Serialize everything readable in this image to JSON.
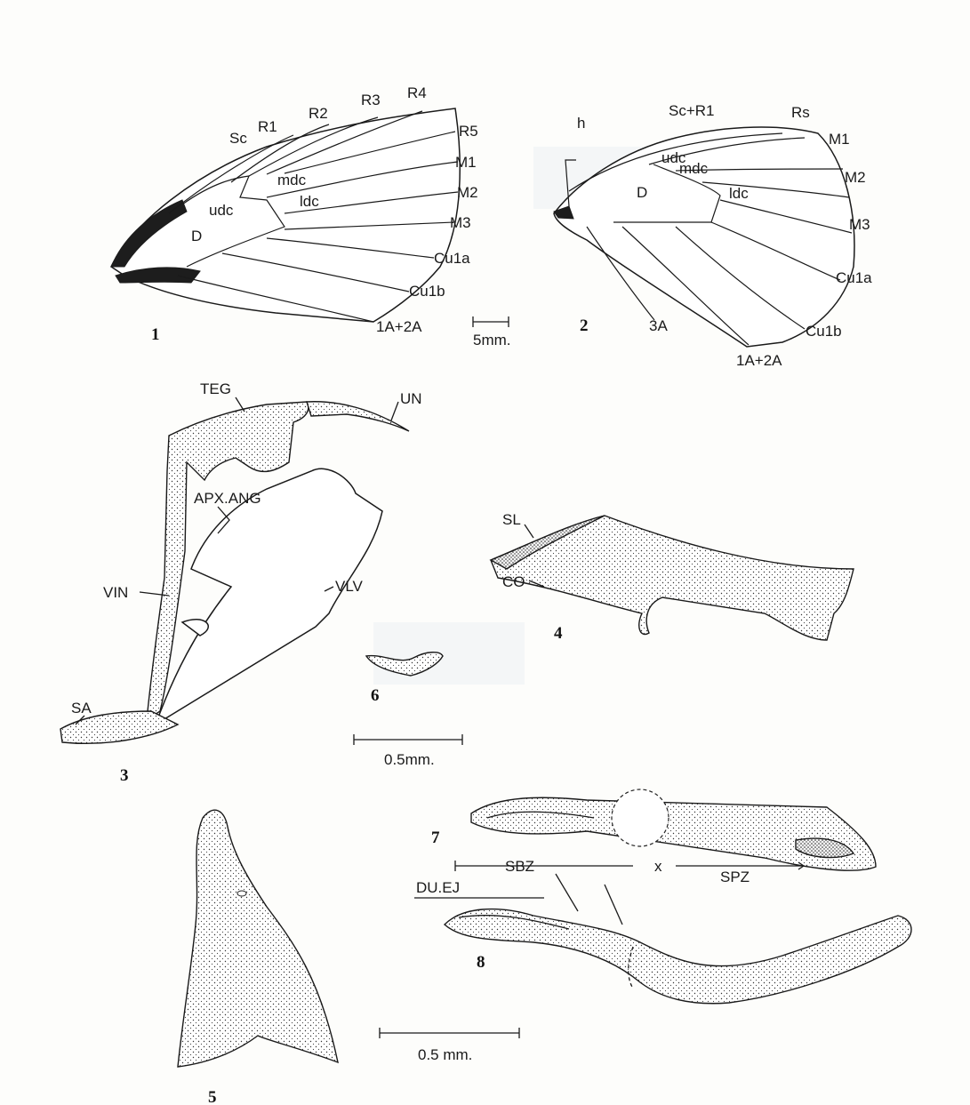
{
  "wing1": {
    "number": "1",
    "labels": {
      "sc": "Sc",
      "r1": "R1",
      "r2": "R2",
      "r3": "R3",
      "r4": "R4",
      "r5": "R5",
      "m1": "M1",
      "m2": "M2",
      "m3": "M3",
      "cu1a": "Cu1a",
      "cu1b": "Cu1b",
      "a12": "1A+2A",
      "mdc": "mdc",
      "ldc": "ldc",
      "udc": "udc",
      "d": "D"
    }
  },
  "wing2": {
    "number": "2",
    "labels": {
      "scr1": "Sc+R1",
      "rs": "Rs",
      "m1": "M1",
      "m2": "M2",
      "m3": "M3",
      "cu1a": "Cu1a",
      "cu1b": "Cu1b",
      "a12": "1A+2A",
      "a3": "3A",
      "h": "h",
      "udc": "udc",
      "mdc": "mdc",
      "ldc": "ldc",
      "d": "D"
    }
  },
  "scale_wing": "5mm.",
  "genitalia3": {
    "number": "3",
    "labels": {
      "teg": "TEG",
      "un": "UN",
      "apx": "APX.ANG",
      "vin": "VIN",
      "vlv": "VLV",
      "sa": "SA"
    }
  },
  "valva4": {
    "number": "4",
    "labels": {
      "sl": "SL",
      "co": "CO"
    }
  },
  "juxta5": {
    "number": "5"
  },
  "fig6": {
    "number": "6"
  },
  "scale_mid": "0.5mm.",
  "aedeagus7": {
    "number": "7",
    "labels": {
      "sbz": "SBZ",
      "x": "x",
      "spz": "SPZ"
    }
  },
  "aedeagus8": {
    "number": "8",
    "labels": {
      "duej": "DU.EJ"
    }
  },
  "scale_bottom": "0.5 mm."
}
